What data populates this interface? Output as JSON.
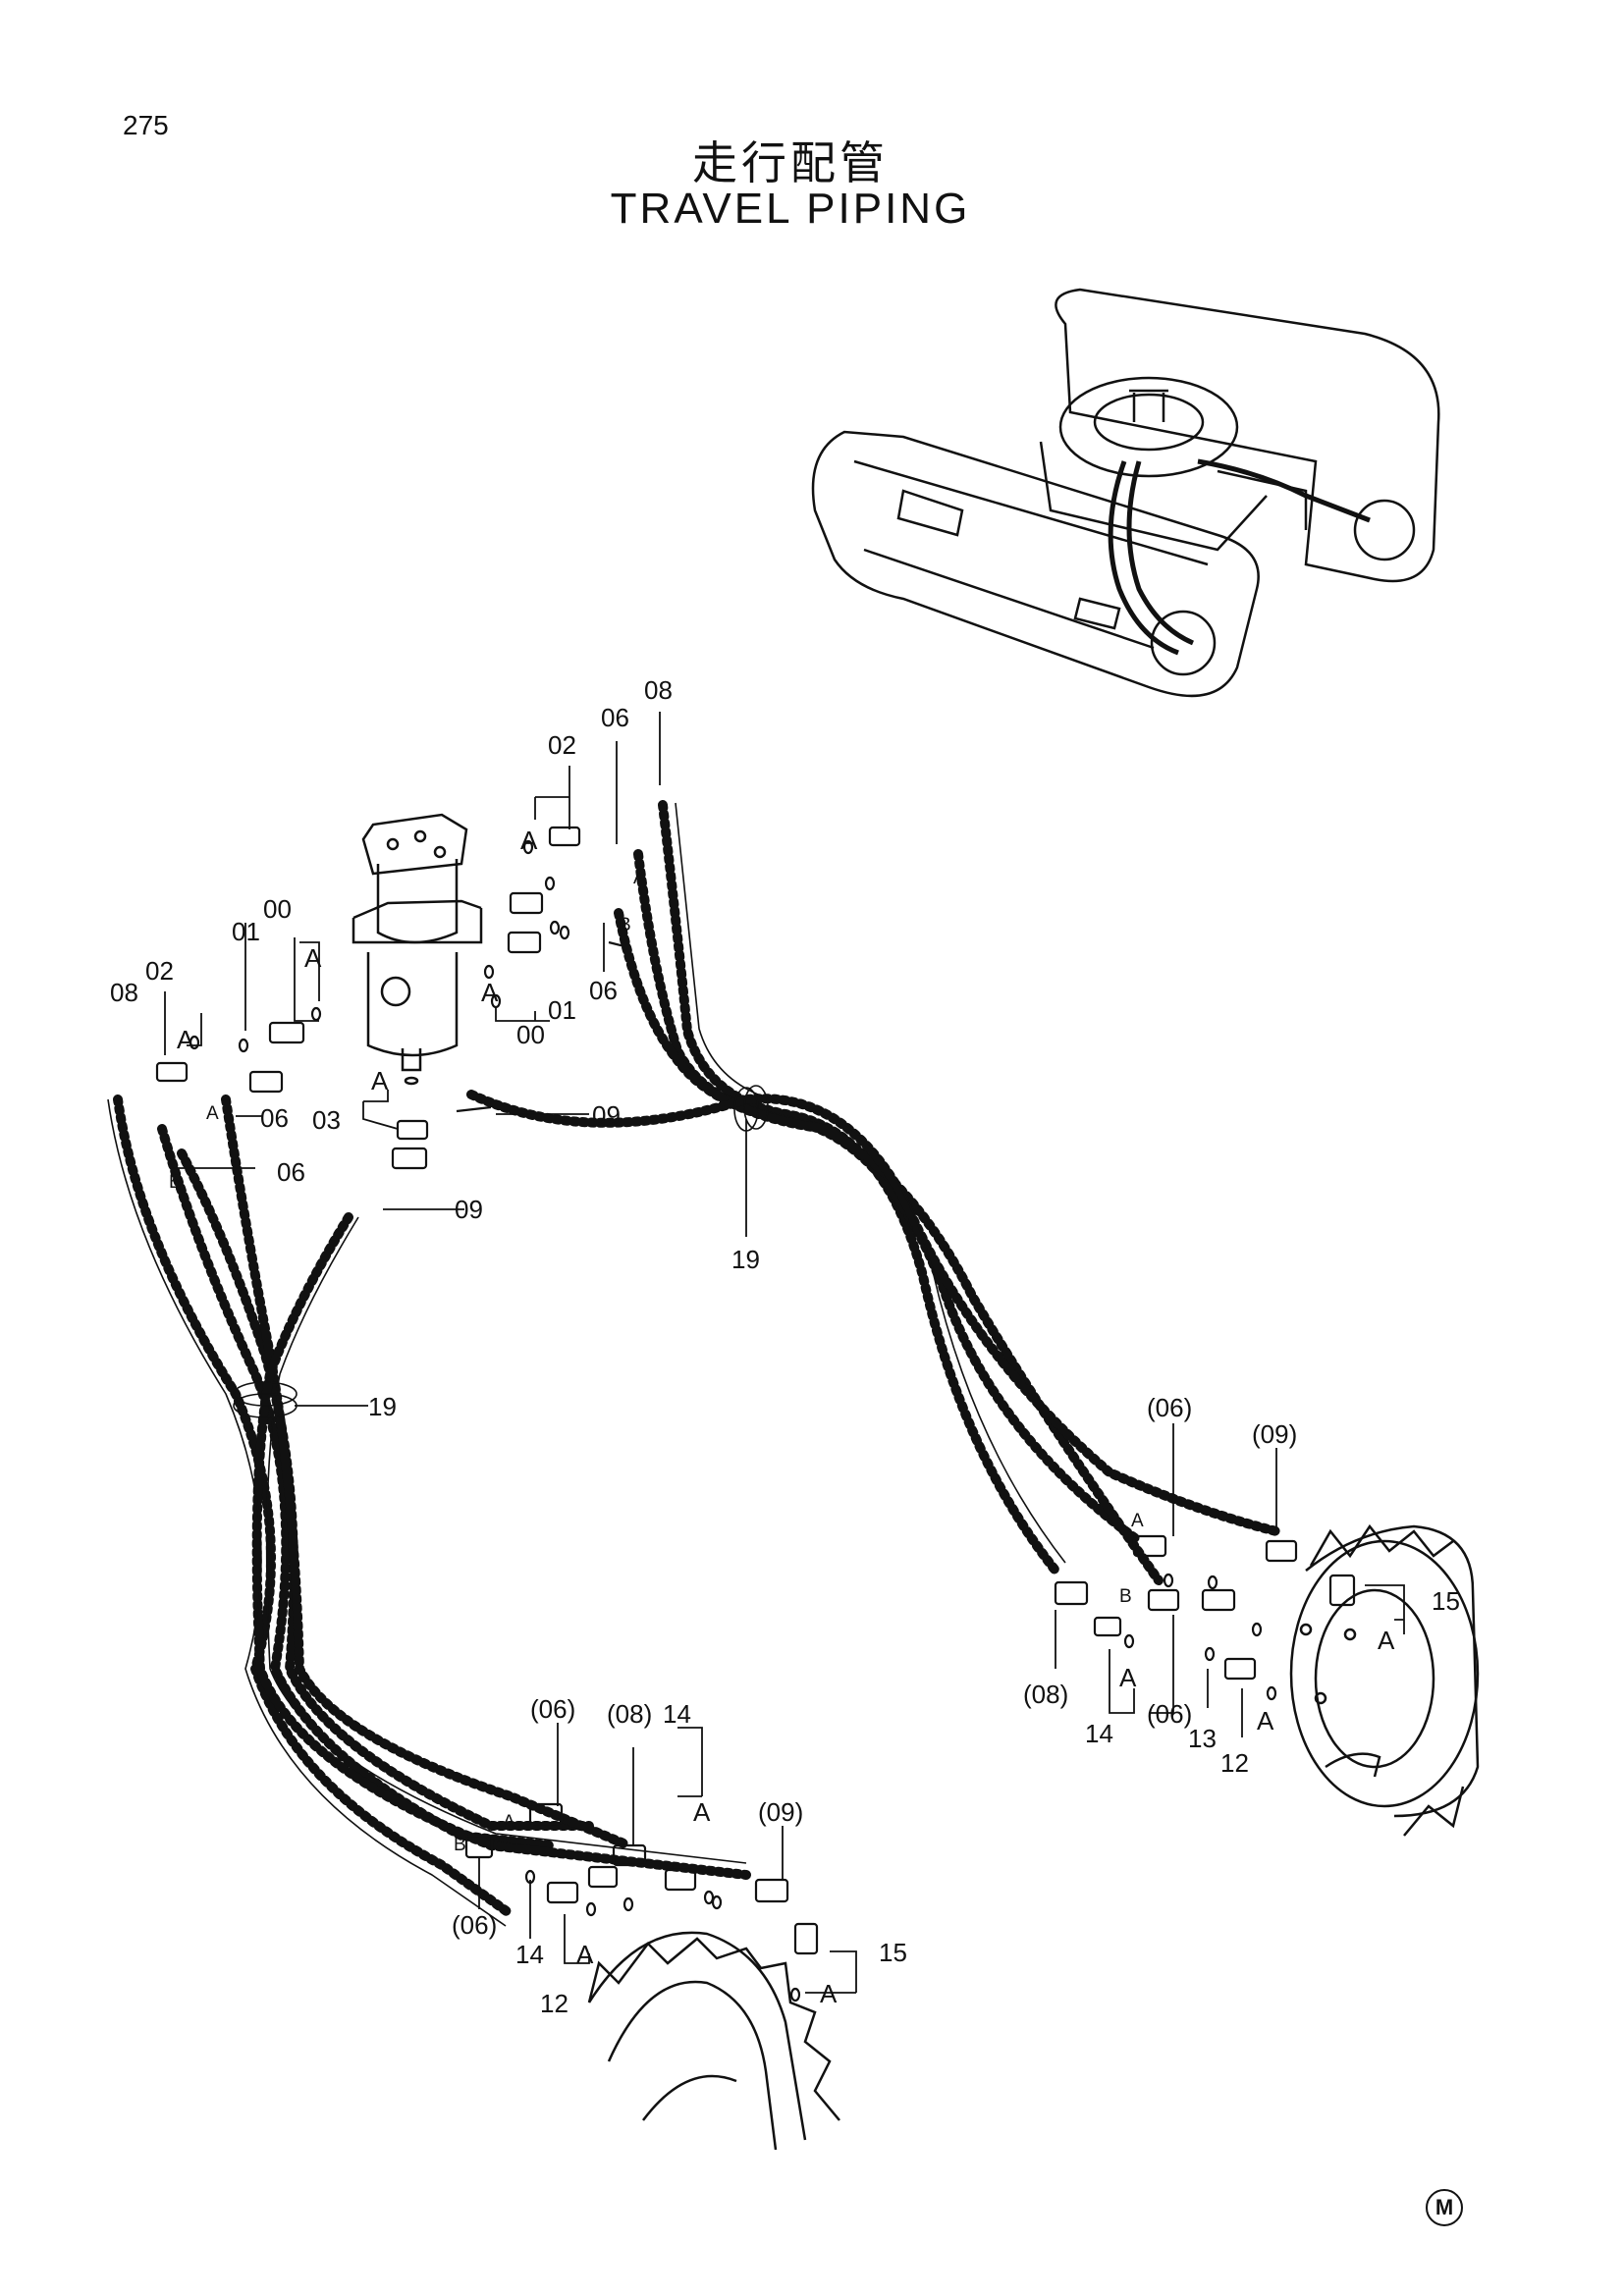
{
  "page": {
    "number": "275",
    "title_jp": "走行配管",
    "title_en": "TRAVEL PIPING",
    "mark": "M"
  },
  "callouts": {
    "c_00a": "00",
    "c_00b": "00",
    "c_01a": "01",
    "c_01b": "01",
    "c_02a": "02",
    "c_02b": "02",
    "c_03": "03",
    "c_06a": "06",
    "c_06b": "06",
    "c_06c": "06",
    "c_06d": "06",
    "c_08a": "08",
    "c_08b": "08",
    "c_09a": "09",
    "c_09b": "09",
    "c_19a": "19",
    "c_19b": "19",
    "r_p06a": "(06)",
    "r_p09": "(09)",
    "r_15": "15",
    "r_p08": "(08)",
    "r_14": "14",
    "r_p06b": "(06)",
    "r_13": "13",
    "r_12": "12",
    "l_p06a": "(06)",
    "l_p08": "(08)",
    "l_14a": "14",
    "l_p09": "(09)",
    "l_p06b": "(06)",
    "l_14b": "14",
    "l_12": "12",
    "l_15": "15"
  },
  "ports": {
    "a": "A",
    "b": "B"
  },
  "colors": {
    "ink": "#111111",
    "paper": "#ffffff"
  }
}
